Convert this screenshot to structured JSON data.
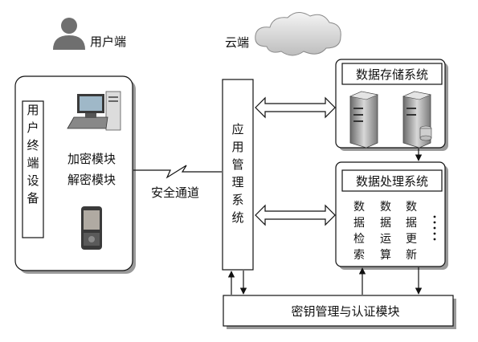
{
  "labels": {
    "user_side": "用户端",
    "cloud_side": "云端",
    "user_device": "用户终端设备",
    "encrypt_module": "加密模块",
    "decrypt_module": "解密模块",
    "secure_channel": "安全通道",
    "app_mgmt": "应用管理系统",
    "storage_system": "数据存储系统",
    "processing_system": "数据处理系统",
    "retrieval": "数据检索",
    "computation": "数据运算",
    "update": "数据更新",
    "key_mgmt": "密钥管理与认证模块"
  },
  "icons": {
    "user": "user-icon",
    "cloud": "cloud-icon",
    "computer": "computer-icon",
    "phone": "mobile-phone-icon",
    "server": "server-icon",
    "database_server": "database-server-icon"
  },
  "colors": {
    "stroke": "#111111",
    "shadow": "#9a9a9a",
    "icon_gray": "#6f6f6f",
    "icon_dark": "#3a3a3a"
  }
}
